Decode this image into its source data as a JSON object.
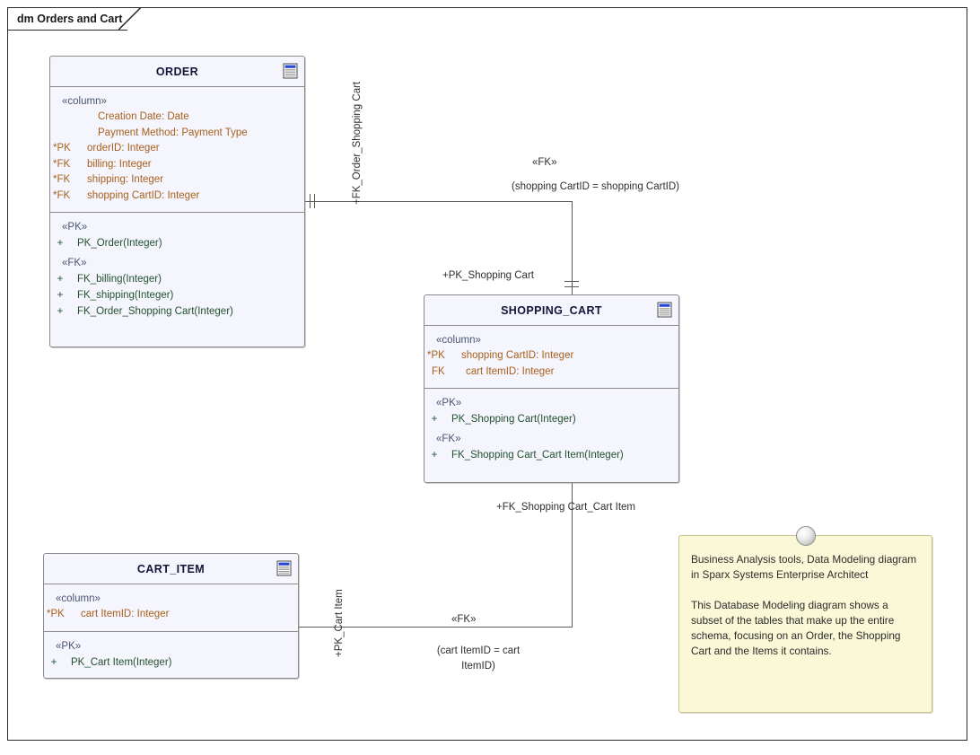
{
  "diagram": {
    "title": "dm Orders and Cart"
  },
  "tables": [
    {
      "name": "ORDER",
      "icon": "table-icon",
      "columns_stereotype": "«column»",
      "columns": [
        {
          "key": "",
          "text": "Creation Date: Date"
        },
        {
          "key": "",
          "text": "Payment Method: Payment Type"
        },
        {
          "key": "*PK",
          "text": "orderID: Integer"
        },
        {
          "key": "*FK",
          "text": "billing: Integer"
        },
        {
          "key": "*FK",
          "text": "shipping: Integer"
        },
        {
          "key": "*FK",
          "text": "shopping CartID: Integer"
        }
      ],
      "op_groups": [
        {
          "stereotype": "«PK»",
          "operations": [
            {
              "visibility": "+",
              "text": "PK_Order(Integer)"
            }
          ]
        },
        {
          "stereotype": "«FK»",
          "operations": [
            {
              "visibility": "+",
              "text": "FK_billing(Integer)"
            },
            {
              "visibility": "+",
              "text": "FK_shipping(Integer)"
            },
            {
              "visibility": "+",
              "text": "FK_Order_Shopping Cart(Integer)"
            }
          ]
        }
      ]
    },
    {
      "name": "SHOPPING_CART",
      "icon": "table-icon",
      "columns_stereotype": "«column»",
      "columns": [
        {
          "key": "*PK",
          "text": "shopping CartID: Integer"
        },
        {
          "key": "FK",
          "text": "cart ItemID: Integer"
        }
      ],
      "op_groups": [
        {
          "stereotype": "«PK»",
          "operations": [
            {
              "visibility": "+",
              "text": "PK_Shopping Cart(Integer)"
            }
          ]
        },
        {
          "stereotype": "«FK»",
          "operations": [
            {
              "visibility": "+",
              "text": "FK_Shopping Cart_Cart Item(Integer)"
            }
          ]
        }
      ]
    },
    {
      "name": "CART_ITEM",
      "icon": "table-icon",
      "columns_stereotype": "«column»",
      "columns": [
        {
          "key": "*PK",
          "text": "cart ItemID: Integer"
        }
      ],
      "op_groups": [
        {
          "stereotype": "«PK»",
          "operations": [
            {
              "visibility": "+",
              "text": "PK_Cart Item(Integer)"
            }
          ]
        }
      ]
    }
  ],
  "connectors": [
    {
      "id": "order-shopping-cart",
      "source_role": "+FK_Order_Shopping Cart",
      "target_role": "+PK_Shopping Cart",
      "stereotype": "«FK»",
      "constraint": "(shopping CartID = shopping CartID)"
    },
    {
      "id": "shopping-cart-cart-item",
      "source_role": "+FK_Shopping Cart_Cart Item",
      "target_role": "+PK_Cart Item",
      "stereotype": "«FK»",
      "constraint_line1": "(cart ItemID = cart",
      "constraint_line2": "ItemID)"
    }
  ],
  "note": {
    "pin_icon": "note-pin-icon",
    "paragraph1": "Business Analysis tools, Data Modeling diagram in Sparx Systems Enterprise Architect",
    "paragraph2": "This Database Modeling diagram shows a subset of the tables that make up the entire schema, focusing on an Order, the Shopping Cart and the Items it contains."
  },
  "colors": {
    "table_fill": "#f4f5fd",
    "table_border": "#8a8a8a",
    "title_text": "#15153a",
    "column_text": "#a8601c",
    "operation_text": "#23512f",
    "stereotype_text": "#4a5570",
    "note_fill": "#fbf8d8",
    "note_border": "#c9c389",
    "connector": "#5a5a5a"
  }
}
